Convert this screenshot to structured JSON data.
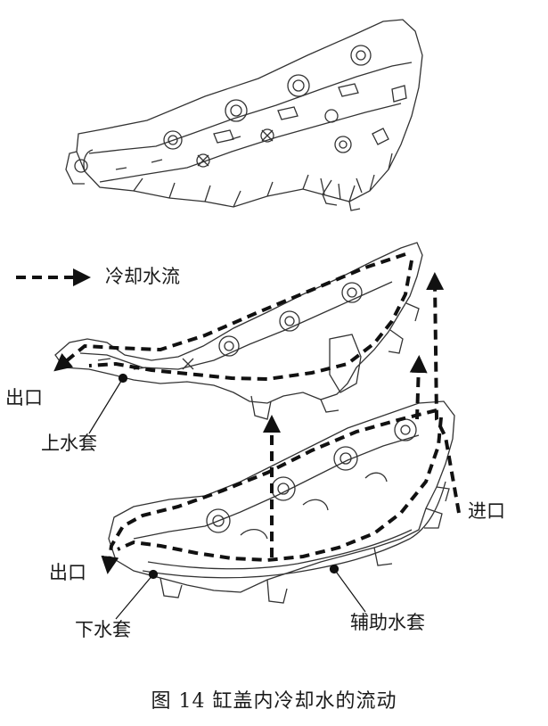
{
  "figure": {
    "caption": "图 14   缸盖内冷却水的流动",
    "legend": {
      "label": "冷却水流",
      "line_style": "dashed-arrow"
    },
    "labels": {
      "outlet_upper": "出口",
      "upper_jacket": "上水套",
      "inlet": "进口",
      "outlet_lower": "出口",
      "lower_jacket": "下水套",
      "aux_jacket": "辅助水套"
    },
    "colors": {
      "line": "#1a1a1a",
      "flow": "#111111",
      "background": "#ffffff"
    }
  }
}
